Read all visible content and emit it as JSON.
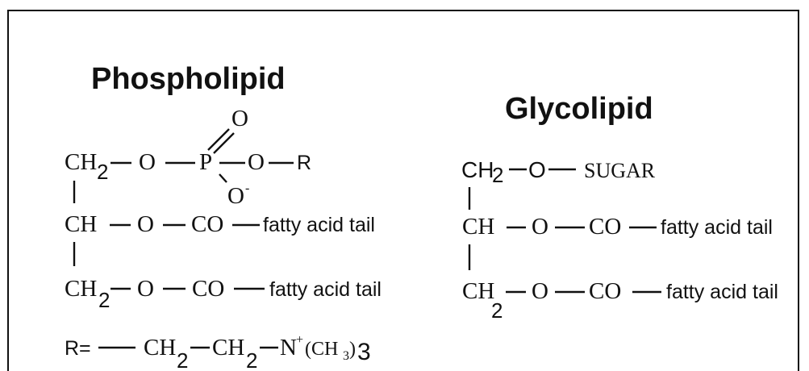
{
  "phospholipid": {
    "title": "Phospholipid",
    "row1": {
      "ch2": "CH",
      "sub": "2",
      "o": "O",
      "p": "P",
      "o2": "O",
      "r": "R"
    },
    "phosphate": {
      "double_o": "O",
      "o_minus": "O",
      "minus": "-"
    },
    "row2": {
      "ch": "CH",
      "o": "O",
      "co": "CO",
      "tail": "fatty acid tail"
    },
    "row3": {
      "ch2": "CH",
      "sub": "2",
      "o": "O",
      "co": "CO",
      "tail": "fatty acid tail"
    },
    "r_def": {
      "r_eq": "R=",
      "ch2a": "CH",
      "sub_a": "2",
      "ch2b": "CH",
      "sub_b": "2",
      "n": "N",
      "plus": "+",
      "ch3": "(CH",
      "ch3_sub": "3",
      "close": ")",
      "count": "3"
    }
  },
  "glycolipid": {
    "title": "Glycolipid",
    "row1": {
      "ch2": "CH",
      "sub": "2",
      "o": "O",
      "sugar": "SUGAR"
    },
    "row2": {
      "ch": "CH",
      "o": "O",
      "co": "CO",
      "tail": "fatty acid tail"
    },
    "row3": {
      "ch2": "CH",
      "sub": "2",
      "o": "O",
      "co": "CO",
      "tail": "fatty acid tail"
    }
  }
}
